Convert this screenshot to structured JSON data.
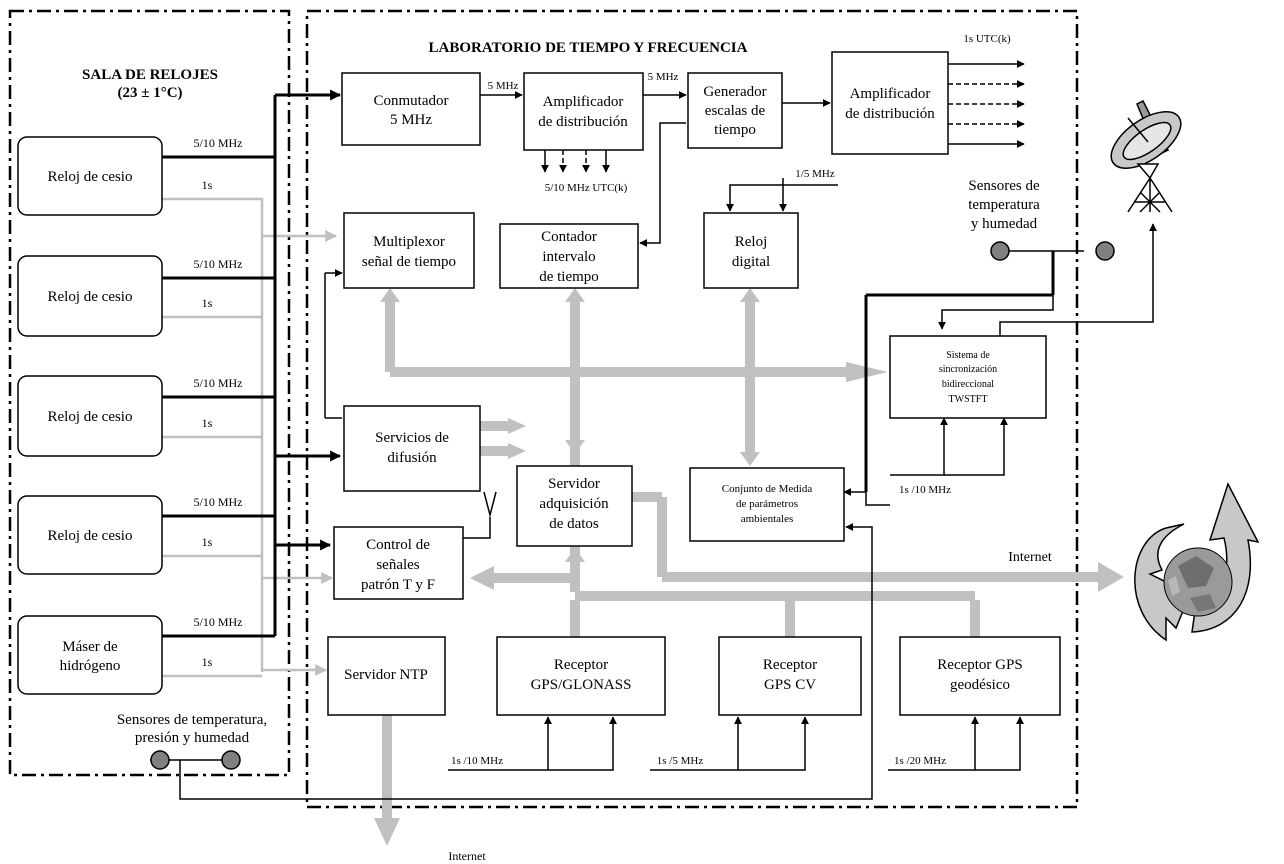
{
  "clock_room": {
    "title": "SALA DE RELOJES",
    "subtitle": "(23 ± 1°C)",
    "clocks": [
      {
        "lines": [
          "Reloj de cesio"
        ],
        "freq_label": "5/10 MHz",
        "pps_label": "1s"
      },
      {
        "lines": [
          "Reloj de cesio"
        ],
        "freq_label": "5/10 MHz",
        "pps_label": "1s"
      },
      {
        "lines": [
          "Reloj de cesio"
        ],
        "freq_label": "5/10 MHz",
        "pps_label": "1s"
      },
      {
        "lines": [
          "Reloj de cesio"
        ],
        "freq_label": "5/10 MHz",
        "pps_label": "1s"
      },
      {
        "lines": [
          "Máser de",
          "hidrógeno"
        ],
        "freq_label": "5/10 MHz",
        "pps_label": "1s"
      }
    ],
    "sensors_lines": [
      "Sensores de temperatura,",
      "presión y humedad"
    ]
  },
  "lab": {
    "title": "LABORATORIO DE TIEMPO Y FRECUENCIA",
    "boxes": {
      "conmutador": [
        "Conmutador",
        "5 MHz"
      ],
      "amp1": [
        "Amplificador",
        "de distribución"
      ],
      "generador": [
        "Generador",
        "escalas de",
        "tiempo"
      ],
      "amp2": [
        "Amplificador",
        "de distribución"
      ],
      "multiplexor": [
        "Multiplexor",
        "señal de tiempo"
      ],
      "contador": [
        "Contador",
        "intervalo",
        "de tiempo"
      ],
      "reloj_digital": [
        "Reloj",
        "digital"
      ],
      "twstft": [
        "Sistema de",
        "sincronización",
        "bidireccional",
        "TWSTFT"
      ],
      "servicios": [
        "Servicios de",
        "difusión"
      ],
      "servidor_adq": [
        "Servidor",
        "adquisición",
        "de datos"
      ],
      "conjunto": [
        "Conjunto de Medida",
        "de parámetros",
        "ambientales"
      ],
      "control": [
        "Control de",
        "señales",
        "patrón T y F"
      ],
      "ntp": [
        "Servidor NTP"
      ],
      "gps_glonass": [
        "Receptor",
        "GPS/GLONASS"
      ],
      "gps_cv": [
        "Receptor",
        "GPS CV"
      ],
      "gps_geo": [
        "Receptor GPS",
        "geodésico"
      ]
    },
    "labels": {
      "mhz5_a": "5 MHz",
      "mhz5_b": "5 MHz",
      "utc_outputs": "1s UTC(k)",
      "amp1_outputs": "5/10 MHz UTC(k)",
      "reloj_input": "1/5 MHz",
      "sensors_lines": [
        "Sensores de",
        "temperatura",
        "y humedad"
      ],
      "twstft_input": "1s /10 MHz",
      "gps_glonass_input": "1s /10 MHz",
      "gps_cv_input": "1s /5 MHz",
      "gps_geo_input": "1s /20 MHz",
      "internet_right": "Internet",
      "internet_bottom": "Internet"
    }
  },
  "colors": {
    "line": "#000000",
    "gray_bus": "#c0c0c0",
    "globe": "#9a9a9a",
    "recycle_arrows": "#c8c8c8"
  },
  "icons": [
    "satellite-dish-icon",
    "globe-icon"
  ]
}
